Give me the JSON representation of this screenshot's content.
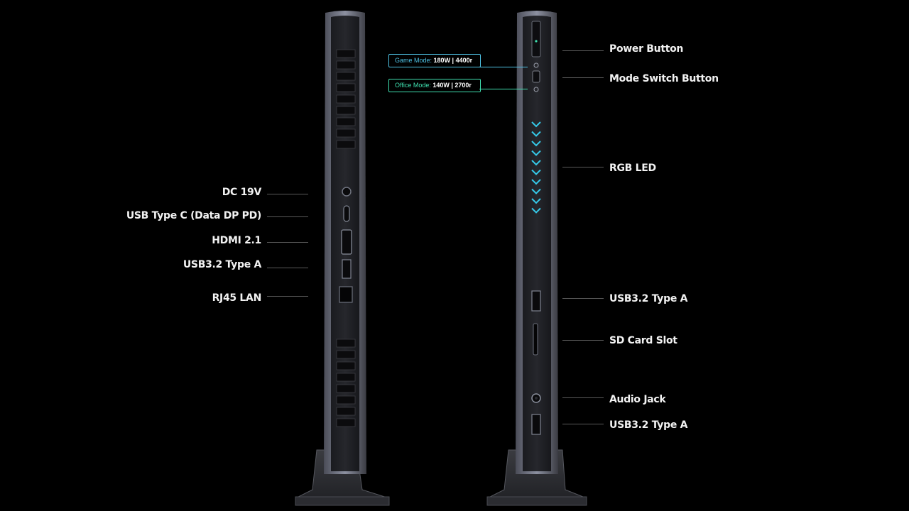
{
  "left_device_labels": [
    {
      "id": "dc",
      "text": "DC 19V"
    },
    {
      "id": "usbc",
      "text": "USB Type C (Data DP PD)"
    },
    {
      "id": "hdmi",
      "text": "HDMI 2.1"
    },
    {
      "id": "usba",
      "text": "USB3.2 Type A"
    },
    {
      "id": "rj45",
      "text": "RJ45 LAN"
    }
  ],
  "right_device_labels": [
    {
      "id": "power",
      "text": "Power Button"
    },
    {
      "id": "mode",
      "text": "Mode Switch Button"
    },
    {
      "id": "rgb",
      "text": "RGB LED"
    },
    {
      "id": "usba1",
      "text": "USB3.2 Type A"
    },
    {
      "id": "sd",
      "text": "SD Card Slot"
    },
    {
      "id": "audio",
      "text": "Audio Jack"
    },
    {
      "id": "usba2",
      "text": "USB3.2 Type A"
    }
  ],
  "modes": {
    "game": {
      "name": "Game Mode:",
      "spec": "180W | 4400r",
      "color": "#4fc3e6"
    },
    "office": {
      "name": "Office Mode:",
      "spec": "140W | 2700r",
      "color": "#3fe0b0"
    }
  },
  "colors": {
    "led": "#35c9e8",
    "body": "#2a2b30",
    "edge": "#8a8f9e"
  }
}
